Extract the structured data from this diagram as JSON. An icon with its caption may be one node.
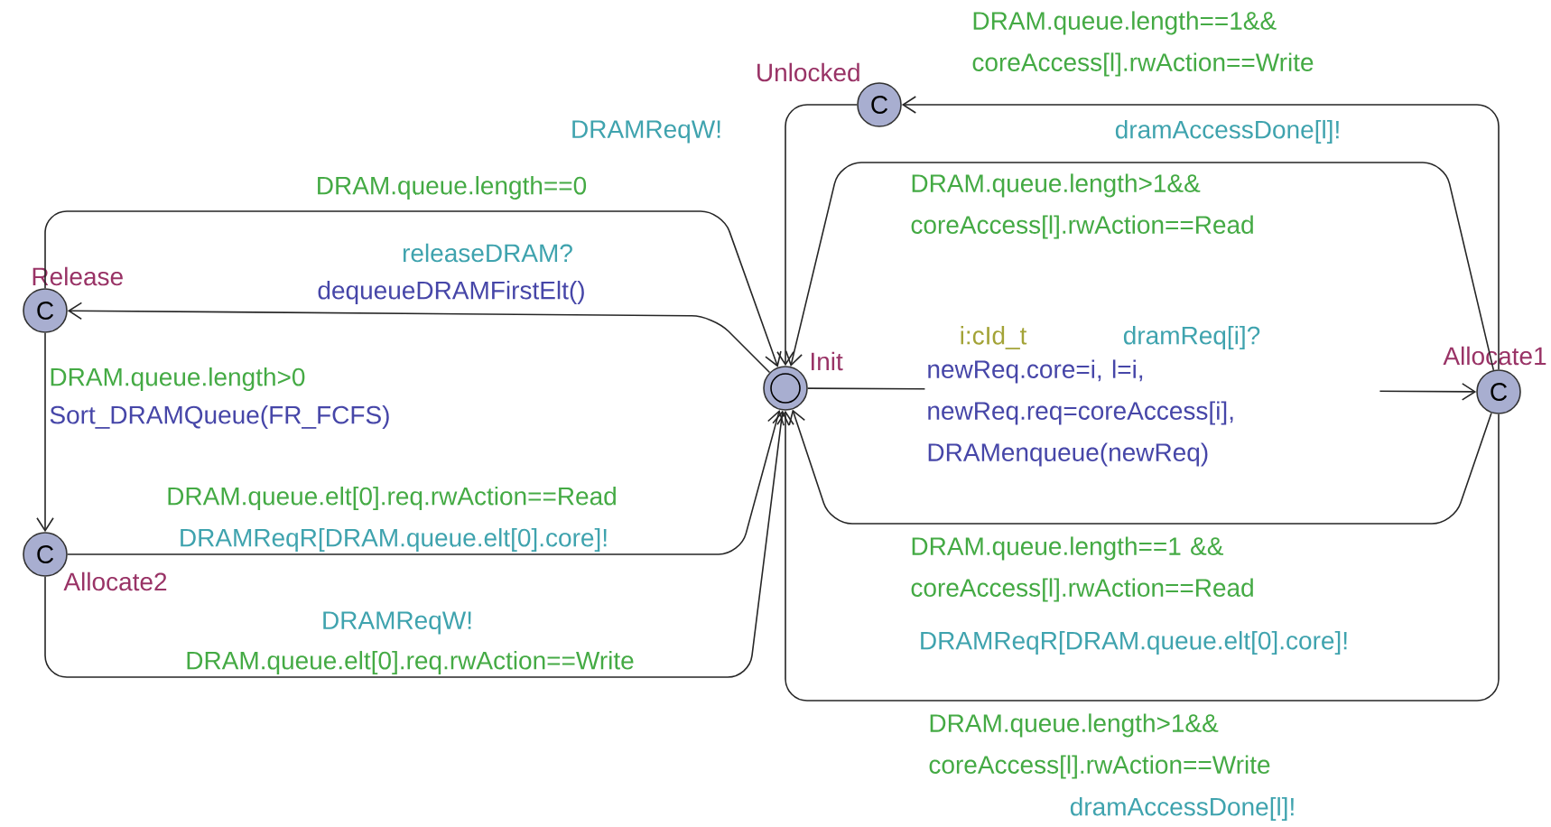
{
  "diagram": {
    "nodes": [
      {
        "text": [
          "Unlocked",
          "C"
        ]
      },
      {
        "text": [
          "Release",
          "C"
        ]
      },
      {
        "text": [
          "Init"
        ]
      },
      {
        "text": [
          "Allocate1",
          "C"
        ]
      },
      {
        "text": [
          "Allocate2",
          "C"
        ]
      }
    ],
    "edges": [
      {
        "from": 0,
        "to": 2,
        "arrow": "to",
        "label": "DRAMReqW!"
      },
      {
        "from": 3,
        "to": 0,
        "arrow": "to",
        "label": "DRAM.queue.length==1&& coreAccess[l].rwAction==Write"
      },
      {
        "from": 2,
        "to": 1,
        "arrow": "to",
        "label": "releaseDRAM?"
      },
      {
        "from": 1,
        "to": 2,
        "arrow": "to",
        "label": "DRAM.queue.length==0"
      },
      {
        "from": 1,
        "to": 4,
        "arrow": "to",
        "label": "DRAM.queue.length>0"
      },
      {
        "from": 4,
        "to": 2,
        "arrow": "to",
        "label": "DRAM.queue.elt[0].req.rwAction==Read"
      },
      {
        "from": 4,
        "to": 2,
        "arrow": "to",
        "label": "DRAM.queue.elt[0].req.rwAction==Write"
      },
      {
        "from": 2,
        "to": 3,
        "arrow": "to",
        "label": "dramReq[i]?"
      },
      {
        "from": 3,
        "to": 2,
        "arrow": "to",
        "label": "DRAM.queue.length>1&& coreAccess[l].rwAction==Read"
      },
      {
        "from": 3,
        "to": 2,
        "arrow": "to",
        "label": "DRAM.queue.length==1 && coreAccess[l].rwAction==Read"
      },
      {
        "from": 3,
        "to": 2,
        "arrow": "to",
        "label": "DRAM.queue.length>1&& coreAccess[l].rwAction==Write"
      }
    ],
    "labels": [
      "dramAccessDone[l]!",
      "dequeueDRAMFirstElt()",
      "i:cId_t",
      "newReq.core=i, l=i, newReq.req=coreAccess[i], DRAMenqueue(newReq)",
      "Sort_DRAMQueue(FR_FCFS)",
      "DRAMReqR[DRAM.queue.elt[0].core]!",
      "DRAMReqW!",
      "DRAMReqR[DRAM.queue.elt[0].core]!",
      "dramAccessDone[l]!"
    ]
  }
}
